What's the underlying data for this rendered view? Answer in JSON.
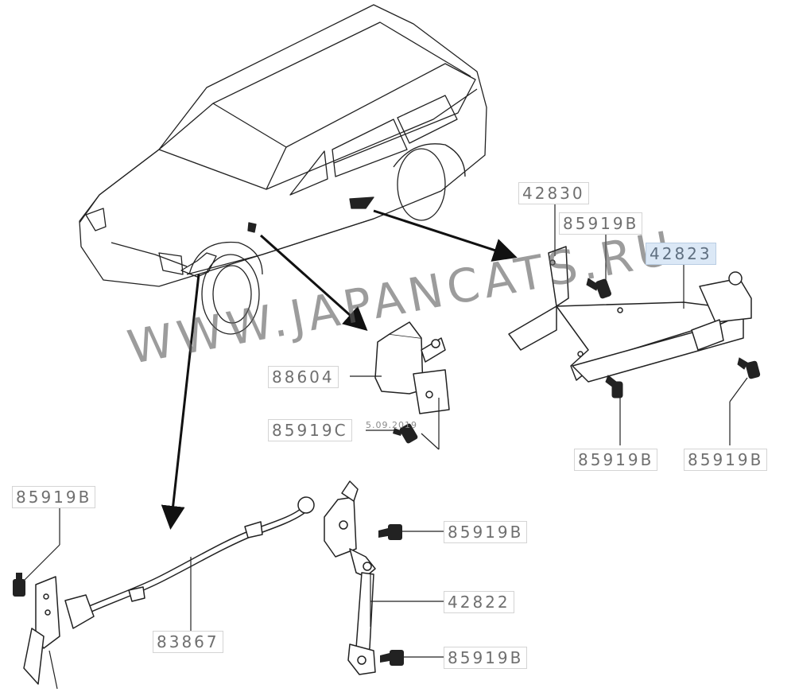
{
  "watermark": "WWW.JAPANCATS.RU",
  "stamp": "5.09.2019",
  "highlight_color": "#dbe8f6",
  "labels": {
    "l42830": "42830",
    "l85919b_top": "85919B",
    "l42823": "42823",
    "l88604": "88604",
    "l85919c": "85919C",
    "l85919b_mid": "85919B",
    "l85919b_right": "85919B",
    "l85919b_left": "85919B",
    "l85919b_lever_top": "85919B",
    "l42822": "42822",
    "l83867": "83867",
    "l85919b_lever_bot": "85919B"
  }
}
